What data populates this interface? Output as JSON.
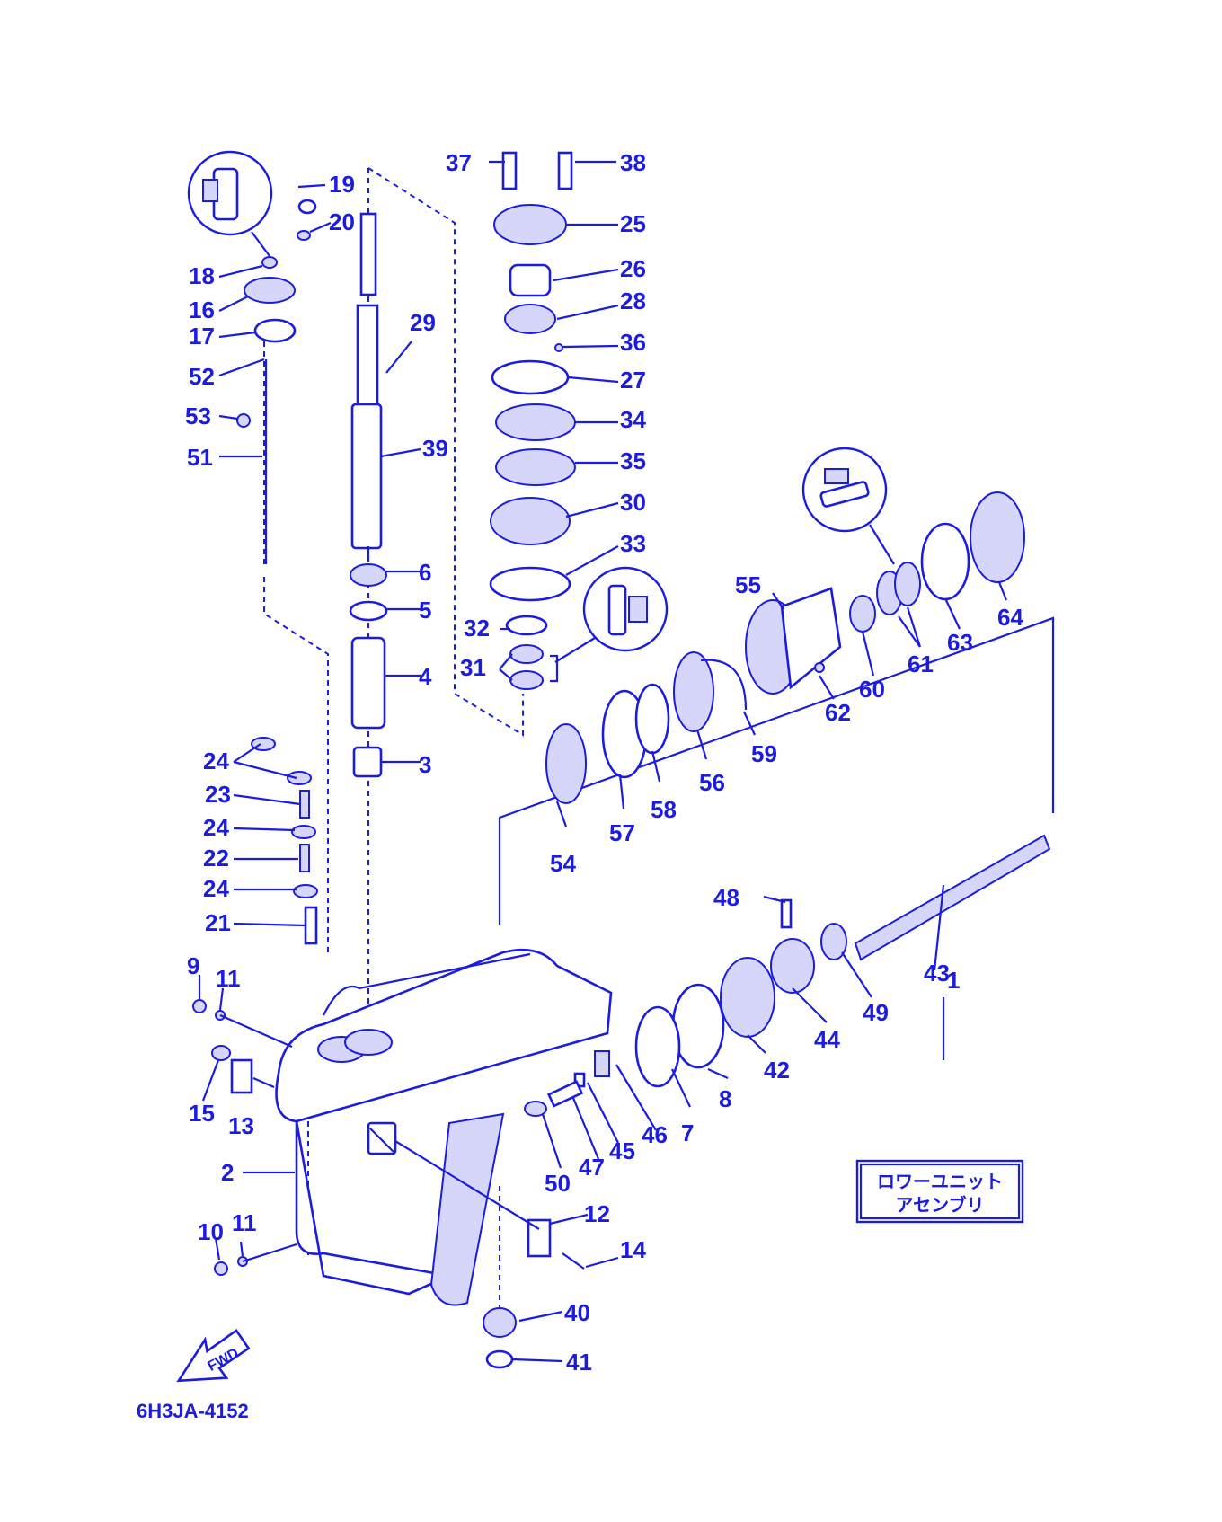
{
  "diagram": {
    "code": "6H3JA-4152",
    "assembly_label_line1": "ロワーユニット",
    "assembly_label_line2": "アセンブリ",
    "fwd_label": "FWD",
    "color": "#1c1ce0",
    "callouts": [
      "1",
      "2",
      "3",
      "4",
      "5",
      "6",
      "7",
      "8",
      "9",
      "10",
      "11",
      "11",
      "12",
      "13",
      "14",
      "15",
      "16",
      "17",
      "18",
      "19",
      "20",
      "21",
      "22",
      "23",
      "24",
      "24",
      "24",
      "25",
      "26",
      "27",
      "28",
      "29",
      "30",
      "31",
      "32",
      "33",
      "34",
      "35",
      "36",
      "37",
      "38",
      "39",
      "40",
      "41",
      "42",
      "43",
      "44",
      "45",
      "46",
      "47",
      "48",
      "49",
      "50",
      "51",
      "52",
      "53",
      "54",
      "55",
      "56",
      "57",
      "58",
      "59",
      "60",
      "61",
      "62",
      "63",
      "64"
    ]
  }
}
